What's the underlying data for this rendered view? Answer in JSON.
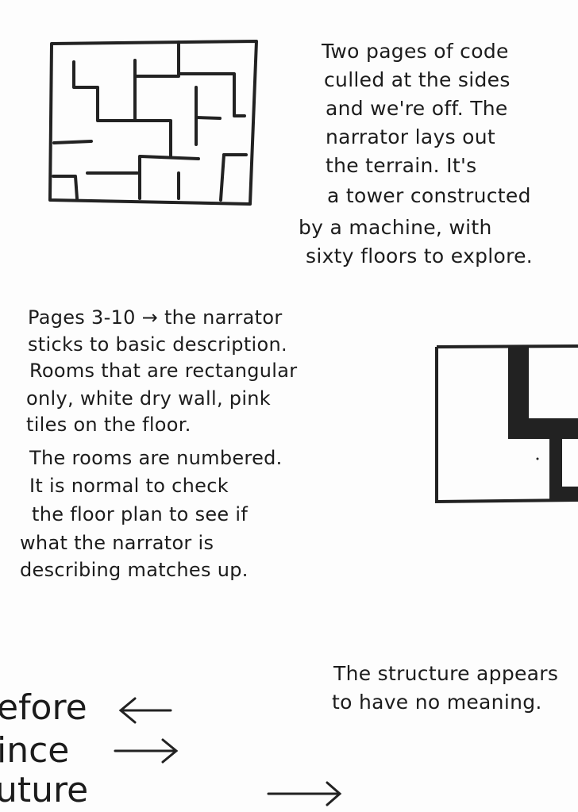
{
  "top_note": {
    "lines": [
      "Two pages of code",
      "culled at the sides",
      "and we're off. The",
      "narrator lays out",
      "the terrain. It's",
      "a tower constructed",
      "by a machine, with",
      "sixty floors to explore."
    ]
  },
  "left_note": {
    "lines": [
      "Pages 3-10 → the narrator",
      "sticks to basic description.",
      "Rooms that are rectangular",
      "only, white dry wall, pink",
      "tiles on the floor.",
      "The rooms are numbered.",
      "It is normal to check",
      "the floor plan to see if",
      "what the narrator is",
      "describing matches up."
    ]
  },
  "bottom_note": {
    "lines": [
      "The structure appears",
      "to have no meaning."
    ]
  },
  "word_list": {
    "words": [
      "efore",
      "ince",
      "uture"
    ]
  },
  "icons": [
    "maze-drawing",
    "floorplan-drawing",
    "arrow-left-icon",
    "arrow-right-icon"
  ]
}
